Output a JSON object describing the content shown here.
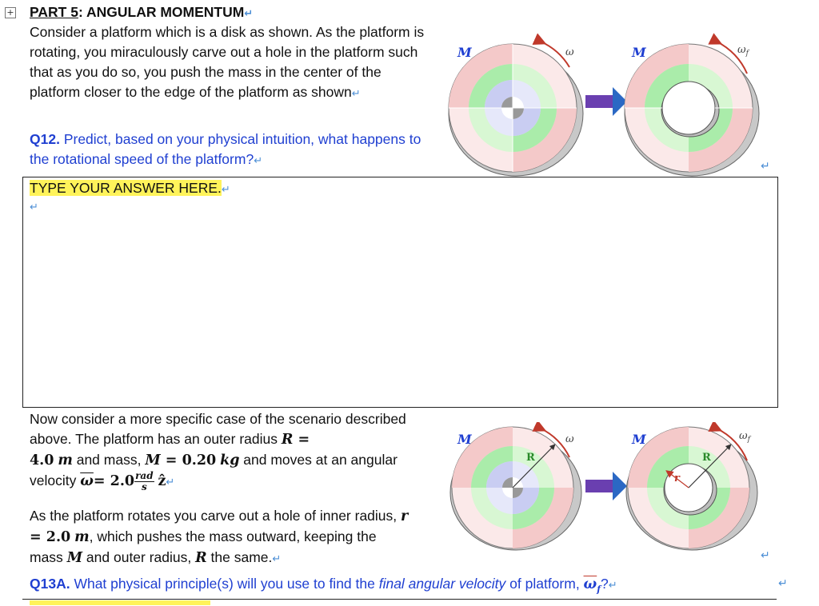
{
  "part_title_prefix": "PART 5",
  "part_title_suffix": ": ANGULAR MOMENTUM",
  "intro_text": "Consider a platform which is a disk as shown. As the platform is rotating, you miraculously carve out a hole in the platform such that as you do so, you push the mass in the center of the platform closer to the edge of the platform as shown",
  "q12_label": "Q12.",
  "q12_text": " Predict, based on your physical intuition, what happens to the rotational speed of the platform?",
  "answer_placeholder": "TYPE YOUR ANSWER HERE.",
  "intro2_text_a": "Now consider a more specific case of the scenario described above. The platform has an outer radius ",
  "R_symbol": "R",
  "eq": " = ",
  "R_value": "4.0",
  "m_unit": "m",
  "intro2_text_b": " and mass, ",
  "M_symbol": "M",
  "M_value": "0.20",
  "kg_unit": "kg",
  "intro2_text_c": " and moves at an angular velocity ",
  "omega_symbol": "ω",
  "omega_value": "= 2.0",
  "omega_unit_num": "rad",
  "omega_unit_den": "s",
  "z_hat": "ẑ",
  "intro3_text_a": "As the platform rotates you carve out a hole of inner radius, ",
  "r_symbol": "r",
  "r_value": "2.0",
  "intro3_text_b": ", which pushes the mass outward, keeping the mass ",
  "intro3_text_c": " and outer radius, ",
  "intro3_text_d": " the same.",
  "q13a_label": "Q13A.",
  "q13a_text_a": " What physical principle(s) will you use to find the ",
  "q13a_text_italic": "final angular velocity",
  "q13a_text_b": " of platform, ",
  "q13a_omega": "ω",
  "q13a_sub": "f",
  "q13a_text_c": "?",
  "return_mark": "↵",
  "move_handle_icon": "+",
  "diagram_top": {
    "left_mass": "M",
    "left_omega": "ω",
    "right_mass": "M",
    "right_omega": "ω",
    "right_omega_sub": "f"
  },
  "diagram_bottom": {
    "left_mass": "M",
    "left_omega": "ω",
    "left_radius": "R",
    "right_mass": "M",
    "right_omega": "ω",
    "right_omega_sub": "f",
    "right_radius": "R",
    "right_inner_radius": "r"
  },
  "colors": {
    "question_blue": "#1f3fd1",
    "highlight": "#fff35a",
    "arrow_purple": "#6a3fb0",
    "omega_arrow_red": "#c0392b",
    "ring_pink": "#f4c9c9",
    "ring_green": "#bff0b8",
    "ring_blue": "#c9cdf2"
  }
}
